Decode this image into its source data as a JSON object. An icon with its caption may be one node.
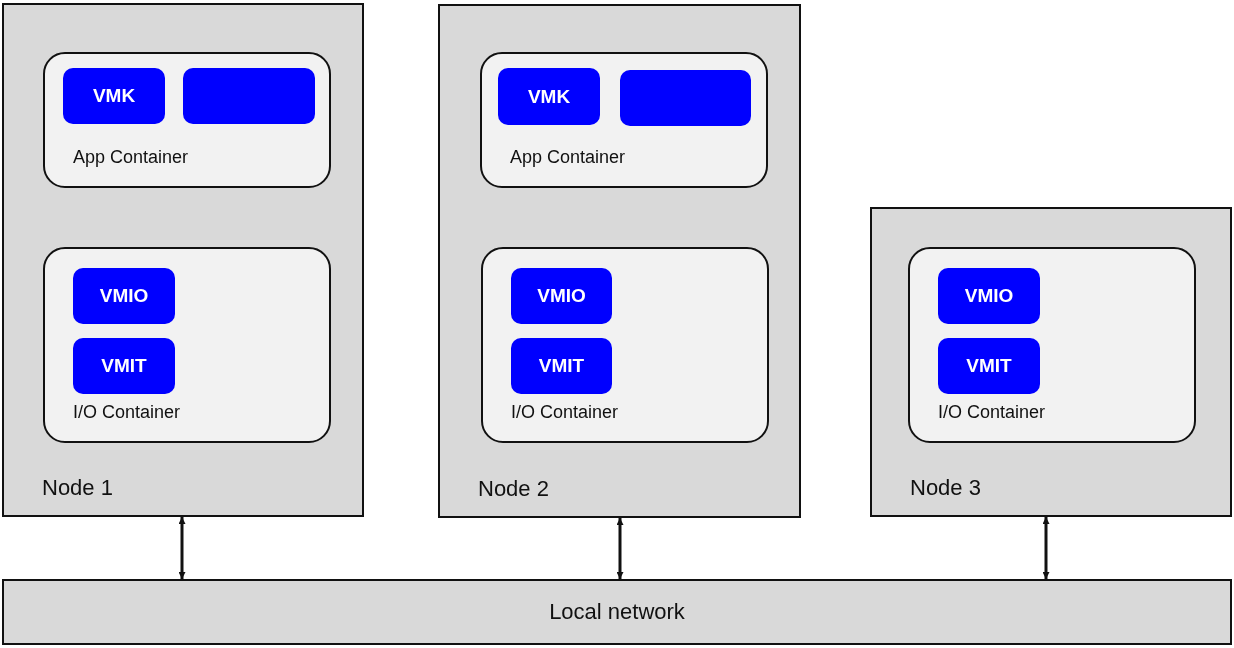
{
  "diagram": {
    "nodes": [
      {
        "text": [
          "Node 1"
        ]
      },
      {
        "text": [
          "App Container"
        ],
        "in": 0
      },
      {
        "text": [
          "VMK"
        ],
        "in": 1
      },
      {
        "text": [],
        "shape": "box",
        "in": 1
      },
      {
        "text": [
          "I/O Container"
        ],
        "in": 0
      },
      {
        "text": [
          "VMIO"
        ],
        "in": 4
      },
      {
        "text": [
          "VMIT"
        ],
        "in": 4
      },
      {
        "text": [
          "Node 2"
        ]
      },
      {
        "text": [
          "App Container"
        ],
        "in": 7
      },
      {
        "text": [
          "VMK"
        ],
        "in": 8
      },
      {
        "text": [],
        "shape": "box",
        "in": 8
      },
      {
        "text": [
          "I/O Container"
        ],
        "in": 7
      },
      {
        "text": [
          "VMIO"
        ],
        "in": 11
      },
      {
        "text": [
          "VMIT"
        ],
        "in": 11
      },
      {
        "text": [
          "Node 3"
        ]
      },
      {
        "text": [
          "I/O Container"
        ],
        "in": 14
      },
      {
        "text": [
          "VMIO"
        ],
        "in": 15
      },
      {
        "text": [
          "VMIT"
        ],
        "in": 15
      },
      {
        "text": [
          "Local network"
        ]
      }
    ],
    "edges": [
      {
        "from": 0,
        "to": 18,
        "arrow": "both"
      },
      {
        "from": 7,
        "to": 18,
        "arrow": "both"
      },
      {
        "from": 14,
        "to": 18,
        "arrow": "both"
      }
    ]
  }
}
